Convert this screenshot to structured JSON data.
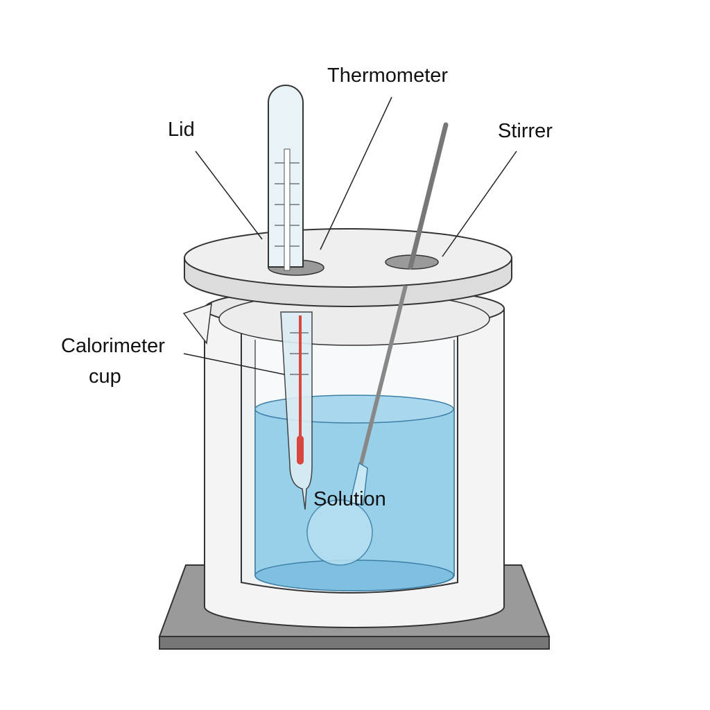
{
  "labels": {
    "thermometer": "Thermometer",
    "lid": "Lid",
    "stirrer": "Stirrer",
    "calorimeter_cup_line1": "Calorimeter",
    "calorimeter_cup_line2": "cup",
    "solution": "Solution"
  },
  "colors": {
    "water": "#8ecbe8",
    "mercury": "#d9463e",
    "base": "#8f8f8f",
    "outline": "#333333"
  }
}
